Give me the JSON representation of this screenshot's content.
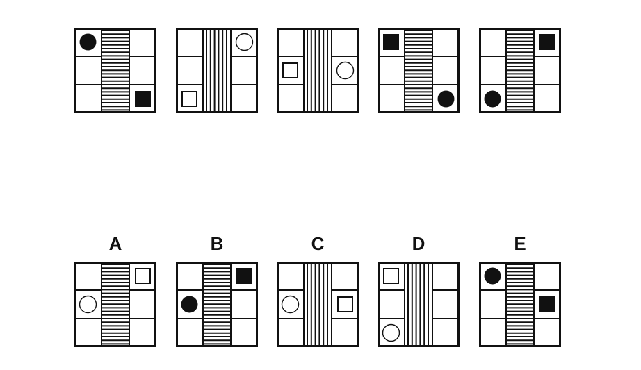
{
  "colors": {
    "ink": "#111111",
    "paper": "#ffffff"
  },
  "question_row": [
    {
      "stripes": "horizontal",
      "shapes": [
        {
          "kind": "circle",
          "fill": "black",
          "row": 0,
          "col": 0
        },
        {
          "kind": "square",
          "fill": "black",
          "row": 2,
          "col": 2
        }
      ]
    },
    {
      "stripes": "vertical",
      "shapes": [
        {
          "kind": "circle",
          "fill": "white",
          "row": 0,
          "col": 2
        },
        {
          "kind": "square",
          "fill": "white",
          "row": 2,
          "col": 0
        }
      ]
    },
    {
      "stripes": "vertical",
      "shapes": [
        {
          "kind": "square",
          "fill": "white",
          "row": 1,
          "col": 0
        },
        {
          "kind": "circle",
          "fill": "white",
          "row": 1,
          "col": 2
        }
      ]
    },
    {
      "stripes": "horizontal",
      "shapes": [
        {
          "kind": "square",
          "fill": "black",
          "row": 0,
          "col": 0
        },
        {
          "kind": "circle",
          "fill": "black",
          "row": 2,
          "col": 2
        }
      ]
    },
    {
      "stripes": "horizontal",
      "shapes": [
        {
          "kind": "square",
          "fill": "black",
          "row": 0,
          "col": 2
        },
        {
          "kind": "circle",
          "fill": "black",
          "row": 2,
          "col": 0
        }
      ]
    }
  ],
  "options": [
    {
      "label": "A",
      "stripes": "horizontal",
      "shapes": [
        {
          "kind": "square",
          "fill": "white",
          "row": 0,
          "col": 2
        },
        {
          "kind": "circle",
          "fill": "white",
          "row": 1,
          "col": 0
        }
      ]
    },
    {
      "label": "B",
      "stripes": "horizontal",
      "shapes": [
        {
          "kind": "square",
          "fill": "black",
          "row": 0,
          "col": 2
        },
        {
          "kind": "circle",
          "fill": "black",
          "row": 1,
          "col": 0
        }
      ]
    },
    {
      "label": "C",
      "stripes": "vertical",
      "shapes": [
        {
          "kind": "circle",
          "fill": "white",
          "row": 1,
          "col": 0
        },
        {
          "kind": "square",
          "fill": "white",
          "row": 1,
          "col": 2
        }
      ]
    },
    {
      "label": "D",
      "stripes": "vertical",
      "shapes": [
        {
          "kind": "square",
          "fill": "white",
          "row": 0,
          "col": 0
        },
        {
          "kind": "circle",
          "fill": "white",
          "row": 2,
          "col": 0
        }
      ]
    },
    {
      "label": "E",
      "stripes": "horizontal",
      "shapes": [
        {
          "kind": "circle",
          "fill": "black",
          "row": 0,
          "col": 0
        },
        {
          "kind": "square",
          "fill": "black",
          "row": 1,
          "col": 2
        }
      ]
    }
  ]
}
